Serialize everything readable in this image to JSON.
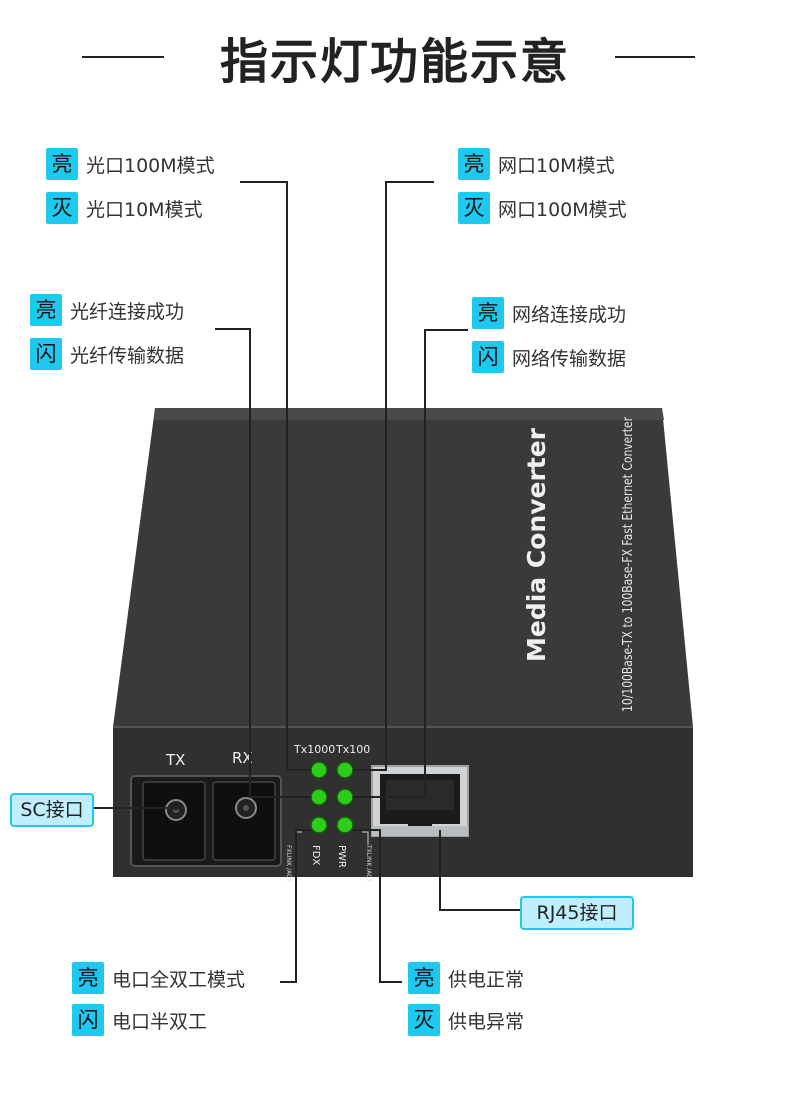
{
  "title": "指示灯功能示意",
  "annotations": {
    "fiber_speed": [
      {
        "badge": "亮",
        "text": "光口100M模式"
      },
      {
        "badge": "灭",
        "text": "光口10M模式"
      }
    ],
    "fiber_link": [
      {
        "badge": "亮",
        "text": "光纤连接成功"
      },
      {
        "badge": "闪",
        "text": "光纤传输数据"
      }
    ],
    "eth_speed": [
      {
        "badge": "亮",
        "text": "网口10M模式"
      },
      {
        "badge": "灭",
        "text": "网口100M模式"
      }
    ],
    "eth_link": [
      {
        "badge": "亮",
        "text": "网络连接成功"
      },
      {
        "badge": "闪",
        "text": "网络传输数据"
      }
    ],
    "duplex": [
      {
        "badge": "亮",
        "text": "电口全双工模式"
      },
      {
        "badge": "闪",
        "text": "电口半双工"
      }
    ],
    "power": [
      {
        "badge": "亮",
        "text": "供电正常"
      },
      {
        "badge": "灭",
        "text": "供电异常"
      }
    ]
  },
  "labels": {
    "sc_port": "SC接口",
    "rj45_port": "RJ45接口"
  },
  "device": {
    "brand_text": "Media  Converter",
    "model_text": "10/100Base-TX to 100Base-FX Fast Ethernet Converter",
    "tx_label": "TX",
    "rx_label": "RX",
    "led_tx1000": "Tx1000",
    "led_tx100": "Tx100",
    "led_fdx": "FDX",
    "led_pwr": "PWR",
    "led_fxlink": "FXLINK /ACT",
    "led_txlink": "TXLINK /ACT"
  },
  "colors": {
    "badge": "#1ec9f0",
    "label_fill": "#bfefff",
    "led": "#2ecc1a",
    "device_dark": "#3c3c3c"
  }
}
